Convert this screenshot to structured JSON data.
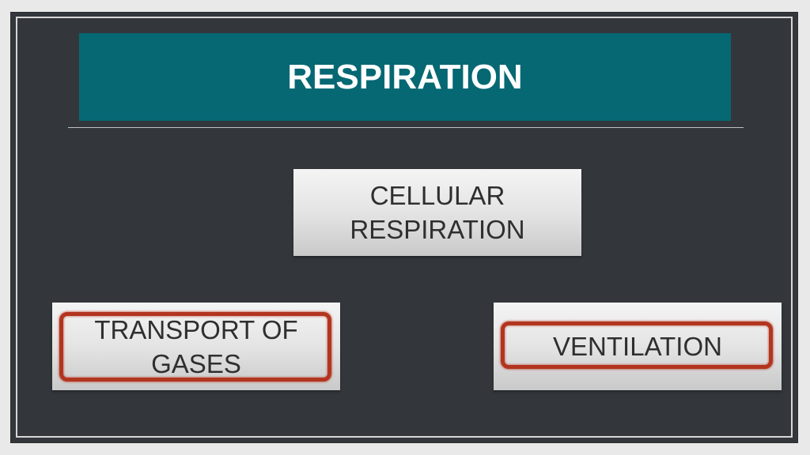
{
  "slide": {
    "title": "RESPIRATION"
  },
  "diagram": {
    "top_node": {
      "lines": [
        "CELLULAR",
        "RESPIRATION"
      ]
    },
    "left_node": {
      "lines": [
        "TRANSPORT OF",
        "GASES"
      ],
      "highlighted": true
    },
    "right_node": {
      "lines": [
        "VENTILATION"
      ],
      "highlighted": true
    }
  },
  "colors": {
    "title_bar": "#056873",
    "slide_background": "#33373b",
    "highlight_outline": "#b3351f",
    "node_text": "#2f2f2f"
  }
}
